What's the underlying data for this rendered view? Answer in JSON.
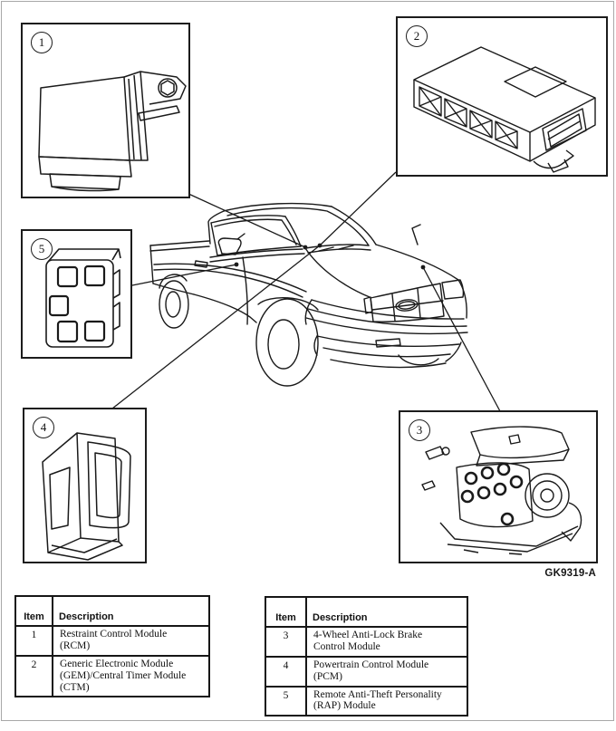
{
  "figure": {
    "code_label": "GK9319-A",
    "callouts": [
      {
        "number": "1"
      },
      {
        "number": "2"
      },
      {
        "number": "3"
      },
      {
        "number": "4"
      },
      {
        "number": "5"
      }
    ]
  },
  "tables": {
    "left": {
      "headers": {
        "item": "Item",
        "description": "Description"
      },
      "rows": [
        {
          "item": "1",
          "description": "Restraint Control Module (RCM)"
        },
        {
          "item": "2",
          "description": "Generic Electronic Module (GEM)/Central Timer Module (CTM)"
        }
      ]
    },
    "right": {
      "headers": {
        "item": "Item",
        "description": "Description"
      },
      "rows": [
        {
          "item": "3",
          "description": "4-Wheel Anti-Lock Brake Control Module"
        },
        {
          "item": "4",
          "description": "Powertrain Control Module (PCM)"
        },
        {
          "item": "5",
          "description": "Remote Anti-Theft Personality (RAP) Module"
        }
      ]
    }
  },
  "colors": {
    "line": "#1a1a1a",
    "page_border": "#a8a8a8",
    "background": "#ffffff"
  }
}
